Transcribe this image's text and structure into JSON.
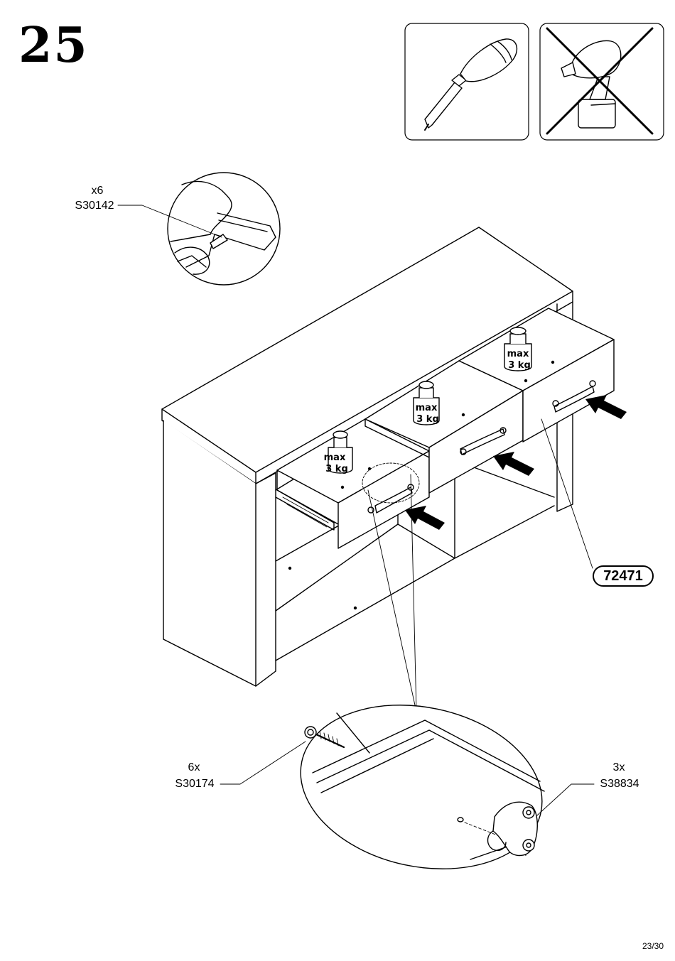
{
  "step": {
    "number": "25"
  },
  "tools": [
    {
      "name": "screwdriver-icon",
      "allowed": true
    },
    {
      "name": "power-drill-icon",
      "allowed": false
    }
  ],
  "callouts": {
    "rail_screw": {
      "qty": "x6",
      "code": "S30142"
    },
    "handle_screw": {
      "qty": "6x",
      "code": "S30174"
    },
    "handle": {
      "qty": "3x",
      "code": "S38834"
    }
  },
  "part_number": "72471",
  "weight_limits": [
    {
      "line1": "max",
      "line2": "3 kg"
    },
    {
      "line1": "max",
      "line2": "3 kg"
    },
    {
      "line1": "max",
      "line2": "3 kg"
    }
  ],
  "page": "23/30"
}
